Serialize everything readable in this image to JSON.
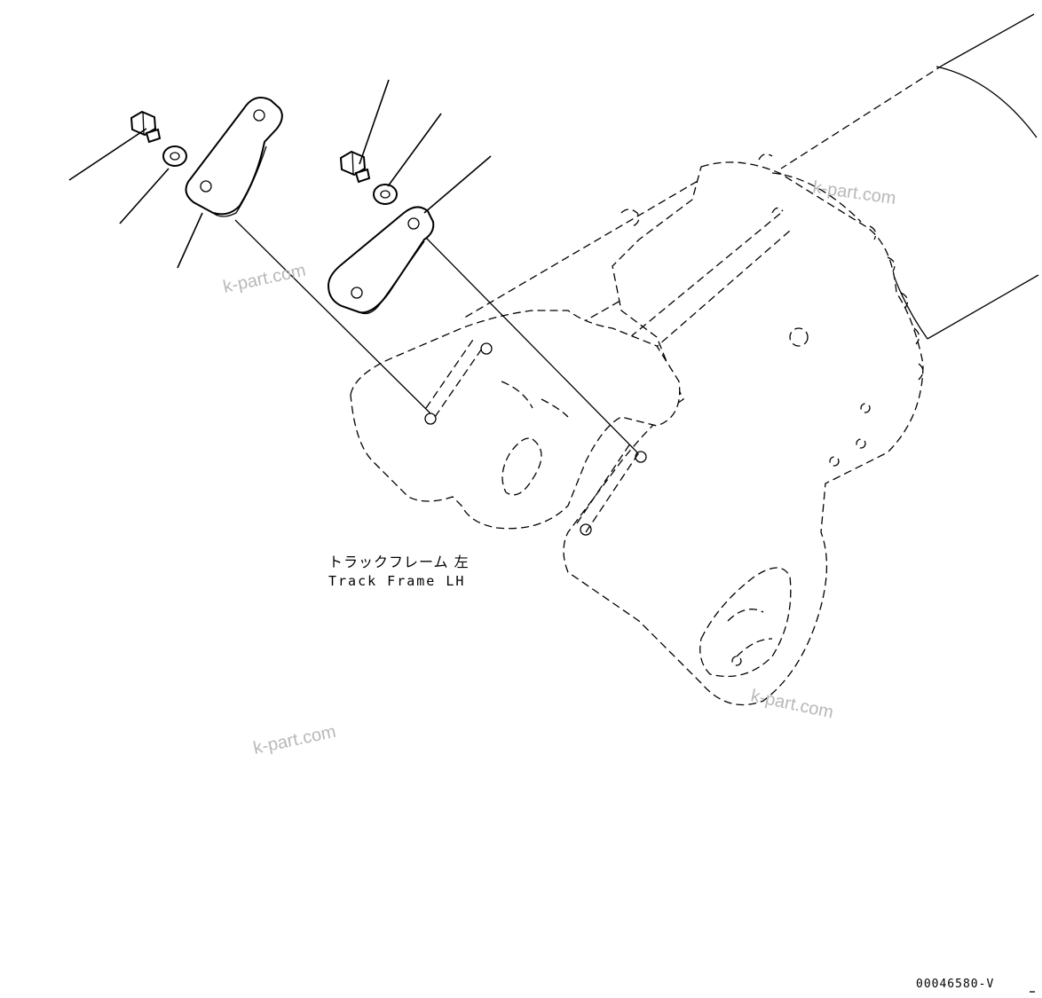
{
  "label": {
    "jp": "トラックフレーム 左",
    "en": "Track Frame LH"
  },
  "drawing_number": "00046580-V",
  "watermarks": [
    "k-part.com",
    "k-part.com",
    "k-part.com",
    "k-part.com"
  ],
  "parts": [
    {
      "name": "bolt",
      "icon": "hex-bolt-icon"
    },
    {
      "name": "washer",
      "icon": "washer-icon"
    },
    {
      "name": "bracket",
      "icon": "bracket-plate-icon"
    }
  ]
}
